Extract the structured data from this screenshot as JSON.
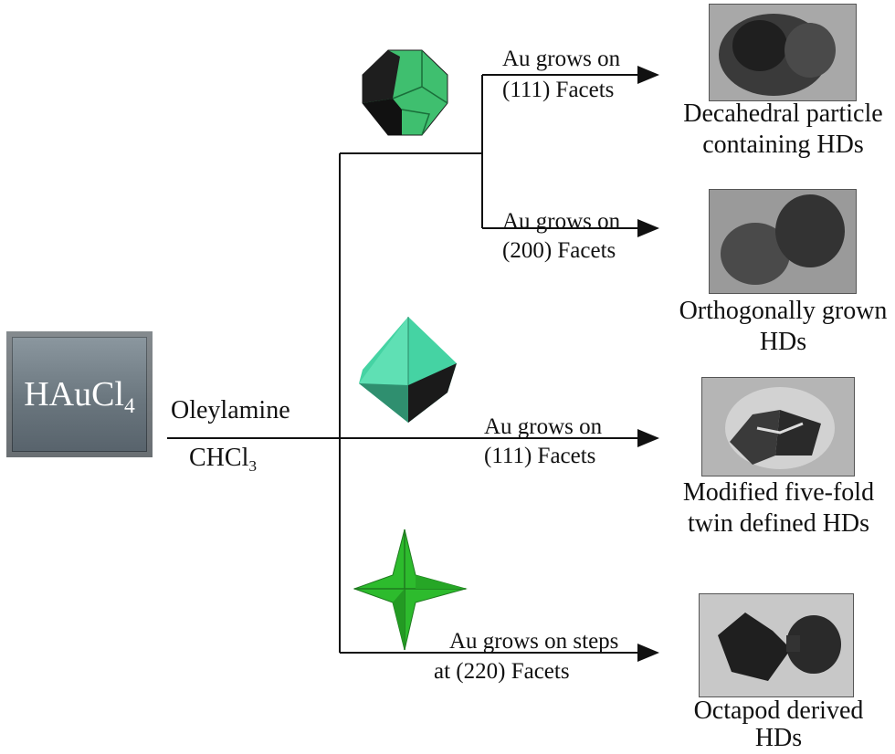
{
  "start": {
    "formula": "HAuCl",
    "subscript": "4"
  },
  "conditions": {
    "reagent": "Oleylamine",
    "solvent": "CHCl",
    "solvent_subscript": "3"
  },
  "branches": [
    {
      "shape": "decahedron",
      "shape_colors": [
        "#3fbf6f",
        "#1e1e1e"
      ],
      "labels": [
        {
          "line1": "Au grows on",
          "line2": "(111) Facets",
          "result": [
            "Decahedral particle",
            "containing HDs"
          ]
        },
        {
          "line1": "Au grows on",
          "line2": "(200) Facets",
          "result": [
            "Orthogonally grown",
            "HDs"
          ]
        }
      ]
    },
    {
      "shape": "octahedron",
      "shape_colors": [
        "#45d3a3",
        "#1a1a1a"
      ],
      "labels": [
        {
          "line1": "Au grows on",
          "line2": "(111) Facets",
          "result": [
            "Modified five-fold",
            "twin defined HDs"
          ]
        }
      ]
    },
    {
      "shape": "octapod",
      "shape_colors": [
        "#2dbb2d",
        "#1f7a1f"
      ],
      "labels": [
        {
          "line1": "Au grows on steps",
          "line2": "at (220) Facets",
          "result": [
            "Octapod derived",
            "HDs"
          ]
        }
      ]
    }
  ],
  "line_color": "#111111"
}
